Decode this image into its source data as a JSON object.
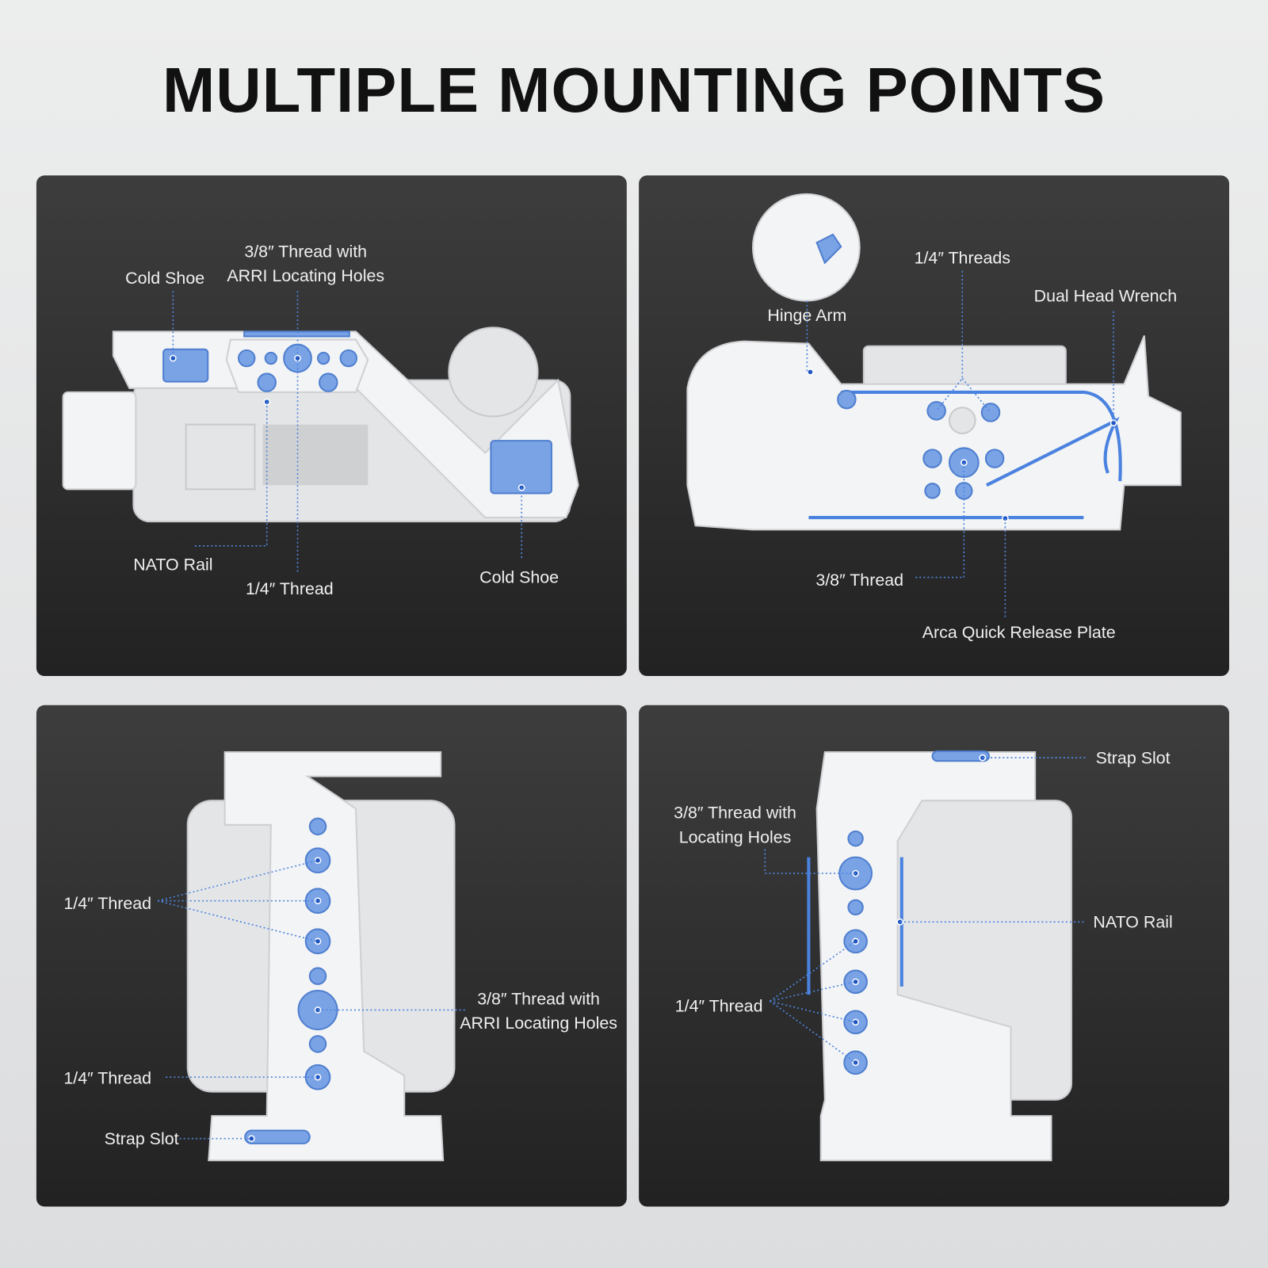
{
  "title": "MULTIPLE MOUNTING POINTS",
  "panels": {
    "top_left": {
      "cold_shoe_left": "Cold Shoe",
      "arri_line1": "3/8″ Thread with",
      "arri_line2": "ARRI Locating Holes",
      "nato_rail": "NATO Rail",
      "quarter_thread": "1/4″ Thread",
      "cold_shoe_right": "Cold Shoe"
    },
    "top_right": {
      "hinge_arm": "Hinge Arm",
      "quarter_threads": "1/4″ Threads",
      "dual_head_wrench": "Dual Head Wrench",
      "three_eighth_thread": "3/8″ Thread",
      "arca_plate": "Arca Quick Release Plate"
    },
    "bottom_left": {
      "quarter_thread_top": "1/4″ Thread",
      "arri_line1": "3/8″ Thread with",
      "arri_line2": "ARRI Locating Holes",
      "quarter_thread_bottom": "1/4″ Thread",
      "strap_slot": "Strap Slot"
    },
    "bottom_right": {
      "strap_slot": "Strap Slot",
      "locating_line1": "3/8″ Thread with",
      "locating_line2": "Locating Holes",
      "nato_rail": "NATO Rail",
      "quarter_thread": "1/4″ Thread"
    }
  },
  "colors": {
    "accent": "#4f86e0",
    "panel": "#2d2d2d"
  }
}
